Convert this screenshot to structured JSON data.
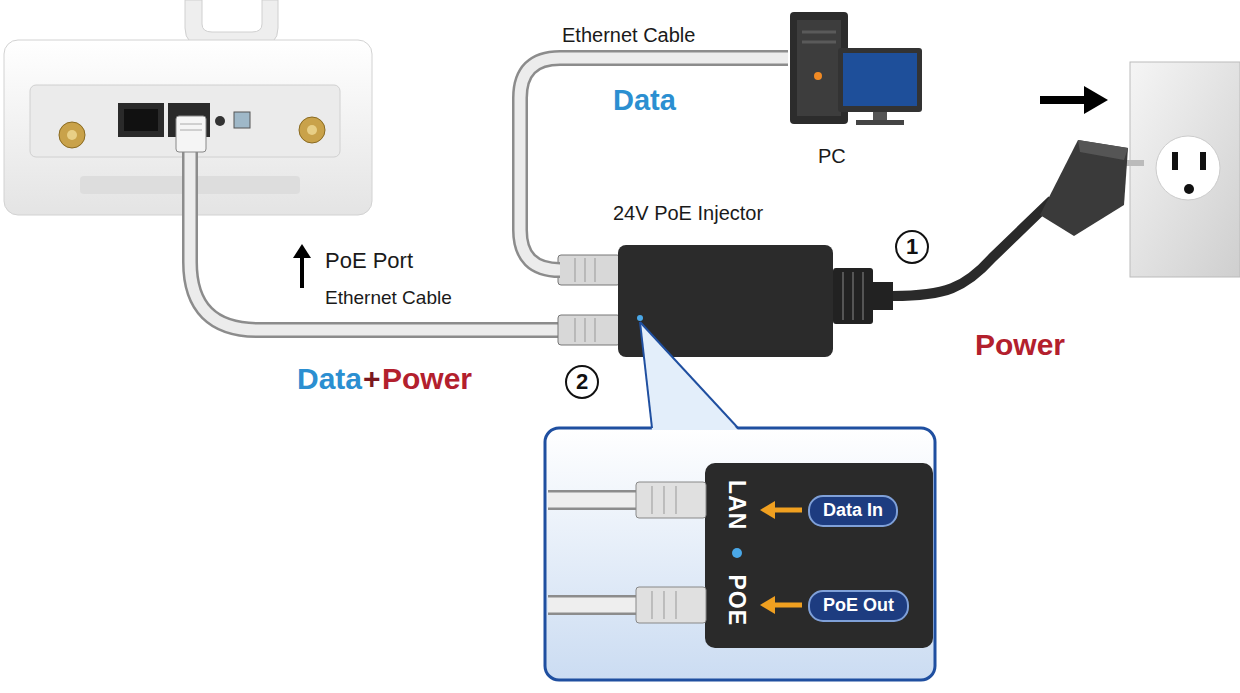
{
  "diagram": {
    "nodes": [
      {
        "text": [
          "PC"
        ]
      },
      {
        "text": [
          "24V PoE Injector"
        ]
      },
      {
        "text": [
          "Data In"
        ]
      },
      {
        "text": [
          "PoE Out"
        ]
      }
    ],
    "edges": [
      {
        "from": 0,
        "to": 1,
        "arrow": "none"
      }
    ],
    "labels": [
      "Ethernet Cable",
      "Data",
      "PoE Port",
      "Ethernet Cable",
      "Data",
      "+",
      "Power",
      "1",
      "Power",
      "2",
      "LAN",
      "POE"
    ]
  }
}
